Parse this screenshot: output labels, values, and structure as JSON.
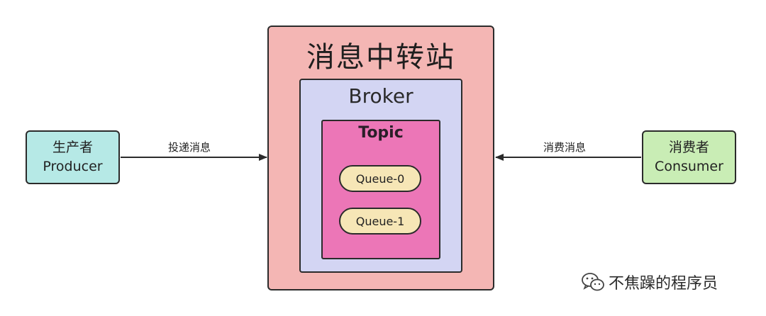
{
  "station": {
    "title": "消息中转站"
  },
  "broker": {
    "title": "Broker"
  },
  "topic": {
    "title": "Topic"
  },
  "queues": [
    "Queue-0",
    "Queue-1"
  ],
  "producer": {
    "name_cn": "生产者",
    "name_en": "Producer"
  },
  "consumer": {
    "name_cn": "消费者",
    "name_en": "Consumer"
  },
  "edges": {
    "deliver": "投递消息",
    "consume": "消费消息"
  },
  "watermark": {
    "text": "不焦躁的程序员",
    "icon": "wechat-icon"
  }
}
